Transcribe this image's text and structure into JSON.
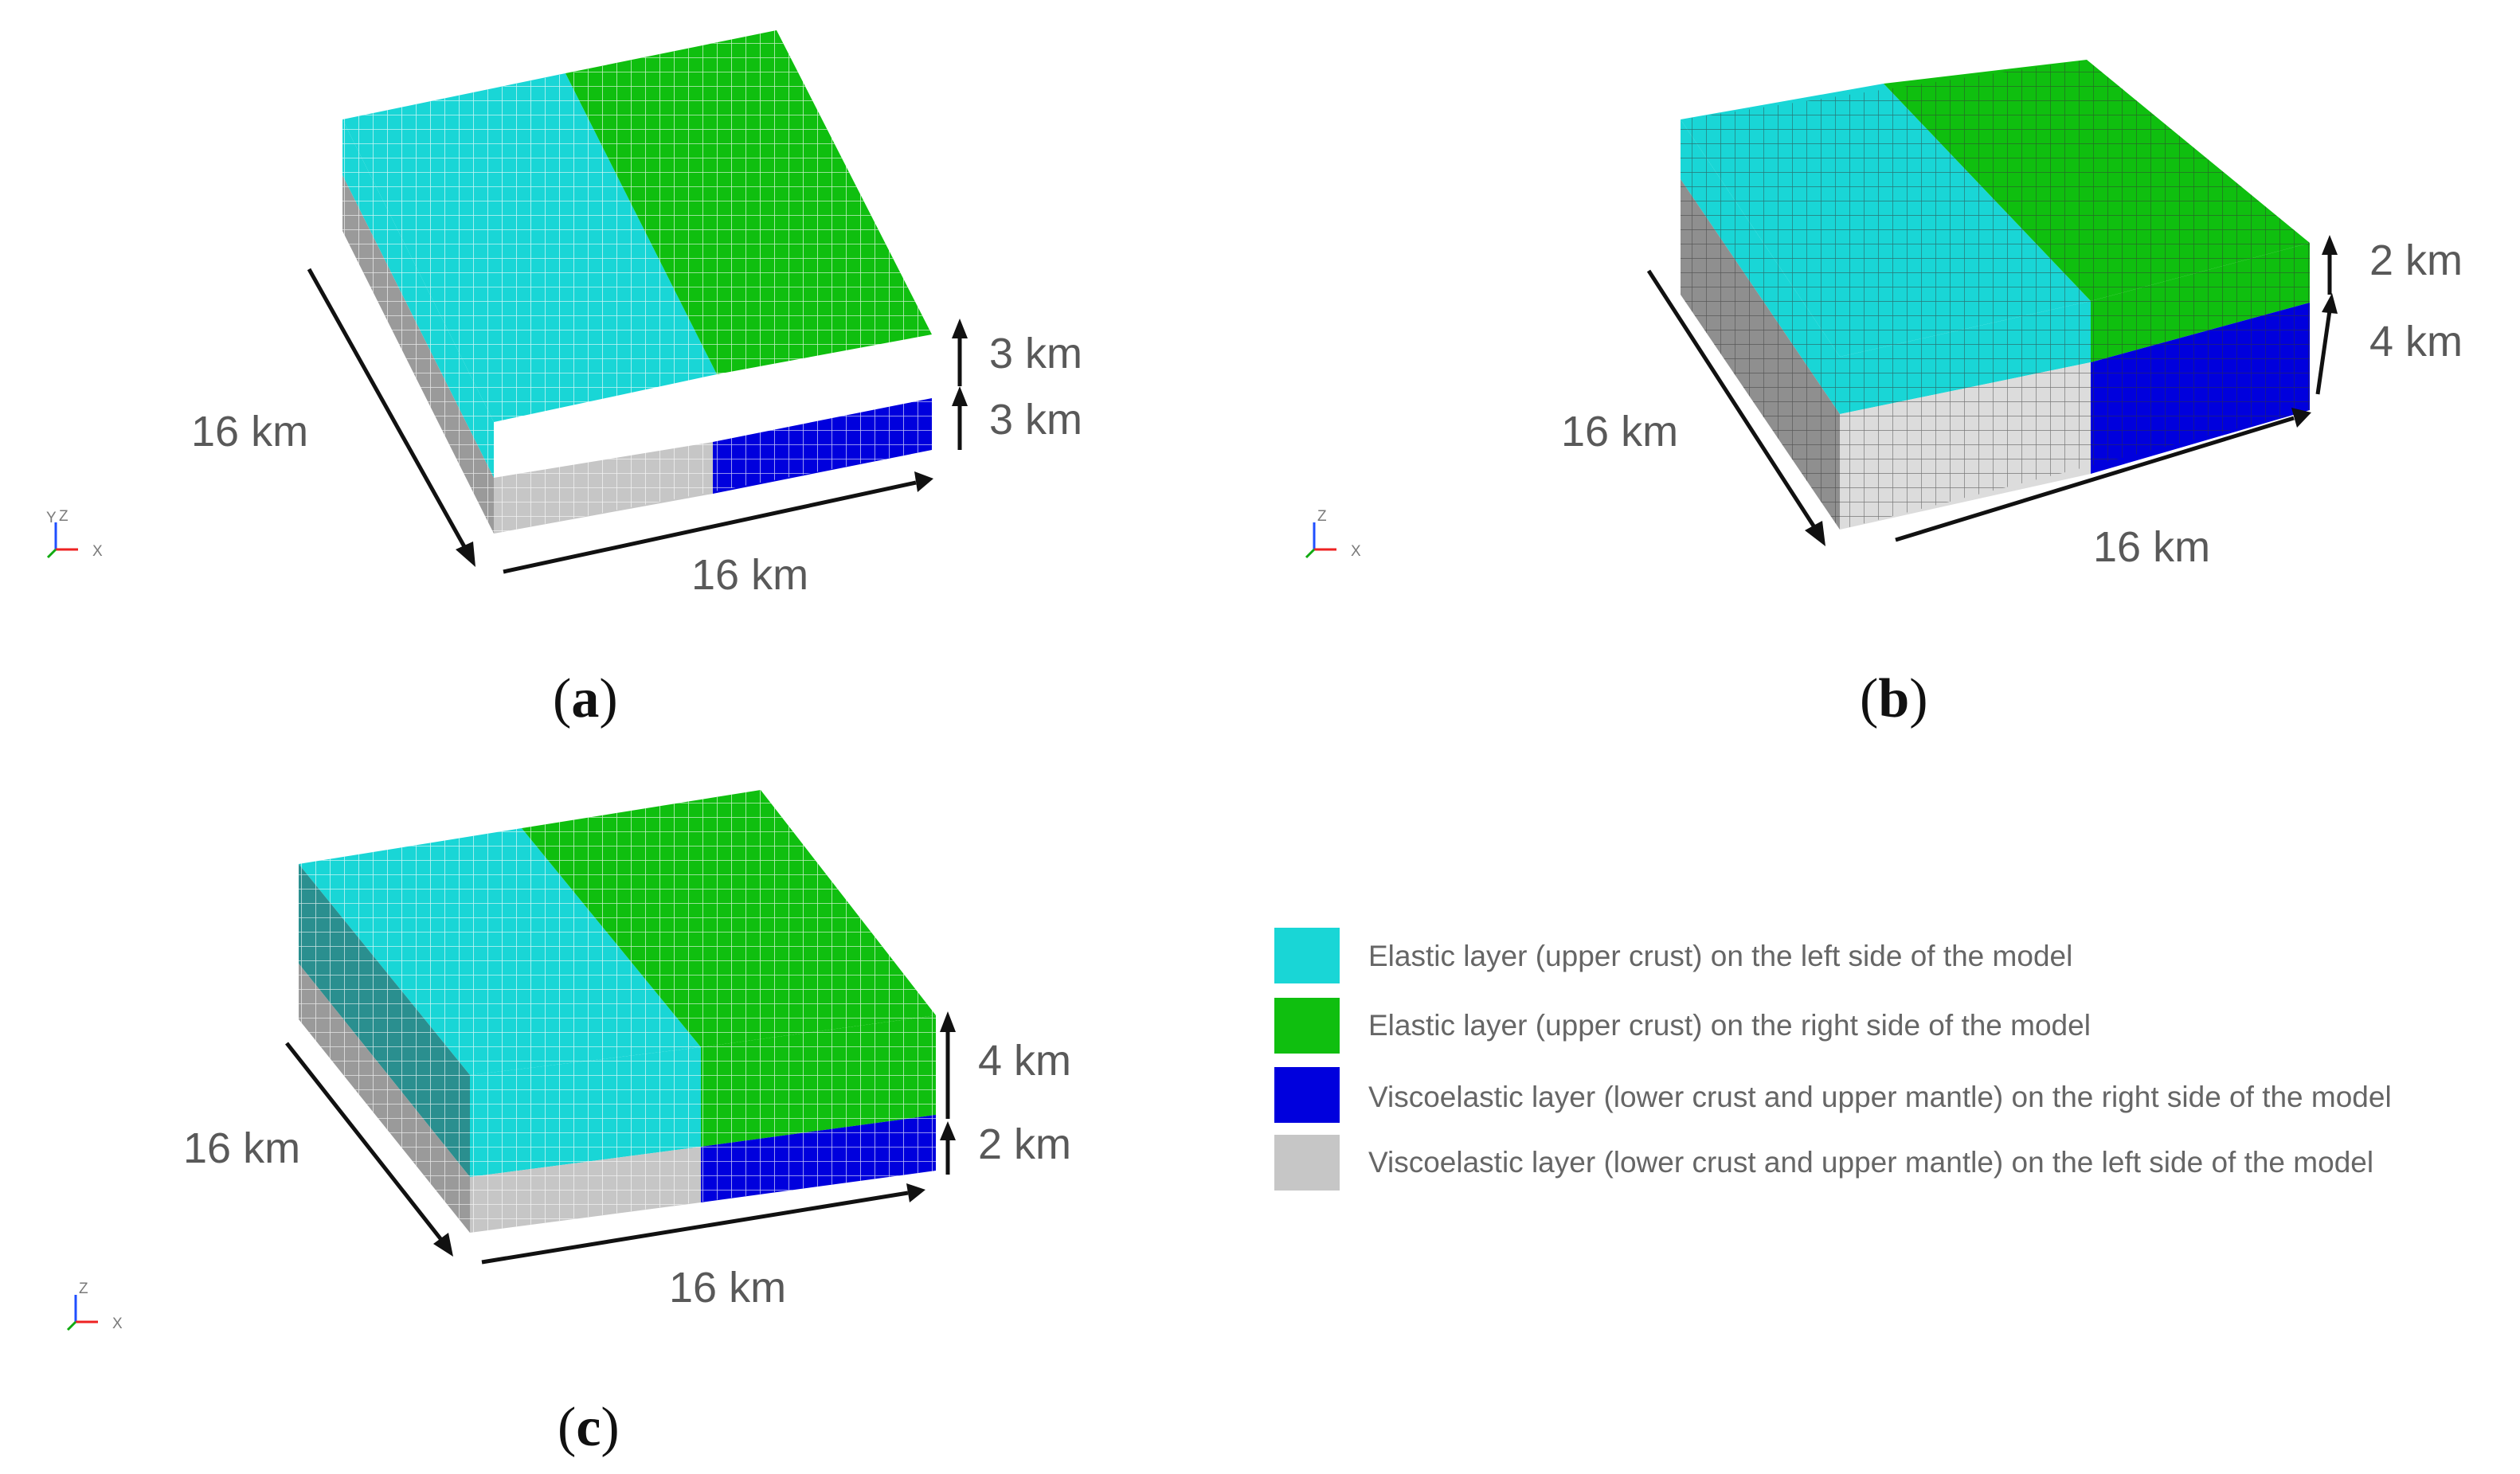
{
  "colors": {
    "cyan": "#19d6d6",
    "green": "#0fbf0f",
    "blue": "#0000dd",
    "gray": "#c6c6c6",
    "mesh": "#ffffff"
  },
  "axes_icon": {
    "y_label": "Y",
    "z_label": "Z",
    "x_label": "X"
  },
  "panels": [
    {
      "id": "a",
      "caption": "a",
      "depth_label": "16 km",
      "width_label": "16 km",
      "thickness_labels": [
        "3 km",
        "3 km"
      ]
    },
    {
      "id": "b",
      "caption": "b",
      "depth_label": "16 km",
      "width_label": "16 km",
      "thickness_labels": [
        "2 km",
        "4 km"
      ]
    },
    {
      "id": "c",
      "caption": "c",
      "depth_label": "16 km",
      "width_label": "16 km",
      "thickness_labels": [
        "4 km",
        "2 km"
      ]
    }
  ],
  "legend": [
    {
      "color": "#19d6d6",
      "label": "Elastic layer (upper crust) on the left side of the model"
    },
    {
      "color": "#0fbf0f",
      "label": "Elastic layer (upper crust) on the right side of the model"
    },
    {
      "color": "#0000dd",
      "label": "Viscoelastic layer (lower crust and upper mantle) on the right side of the model"
    },
    {
      "color": "#c6c6c6",
      "label": "Viscoelastic layer (lower crust and upper mantle) on the left side of the model"
    }
  ]
}
